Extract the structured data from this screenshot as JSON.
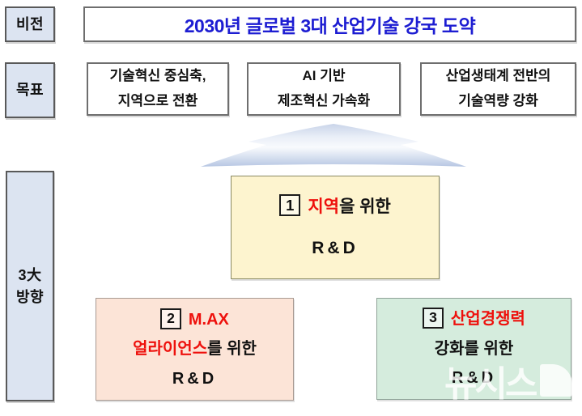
{
  "vision": {
    "label": "비전",
    "title": "2030년 글로벌 3대 산업기술 강국 도약"
  },
  "goals": {
    "label": "목표",
    "items": [
      {
        "line1": "기술혁신 중심축,",
        "line2": "지역으로 전환"
      },
      {
        "line1": "AI  기반",
        "line2": "제조혁신  가속화"
      },
      {
        "line1": "산업생태계  전반의",
        "line2": "기술역량  강화"
      }
    ]
  },
  "directions": {
    "label": {
      "line1": "3大",
      "line2": "방향"
    },
    "items": [
      {
        "number": "1",
        "title_highlight": "지역",
        "title_rest": "을  위한",
        "line2": "R&D"
      },
      {
        "number": "2",
        "title_highlight": "M.AX",
        "line2_highlight": "얼라이언스",
        "line2_rest": "를  위한",
        "line3": "R&D"
      },
      {
        "number": "3",
        "title_highlight": "산업경쟁력",
        "line2": "강화를  위한",
        "line3": "R&D"
      }
    ]
  },
  "watermark": {
    "text": "뉴시스"
  },
  "colors": {
    "title_text": "#1d1dd2",
    "highlight_text": "#ee100c",
    "label_box_bg": "#dce4f1",
    "direction1_bg": "#fdf4cf",
    "direction2_bg": "#fce4d7",
    "direction3_bg": "#d5ecdd",
    "arrow_light": "#f8fafd",
    "arrow_dark": "#b7c7e3"
  }
}
